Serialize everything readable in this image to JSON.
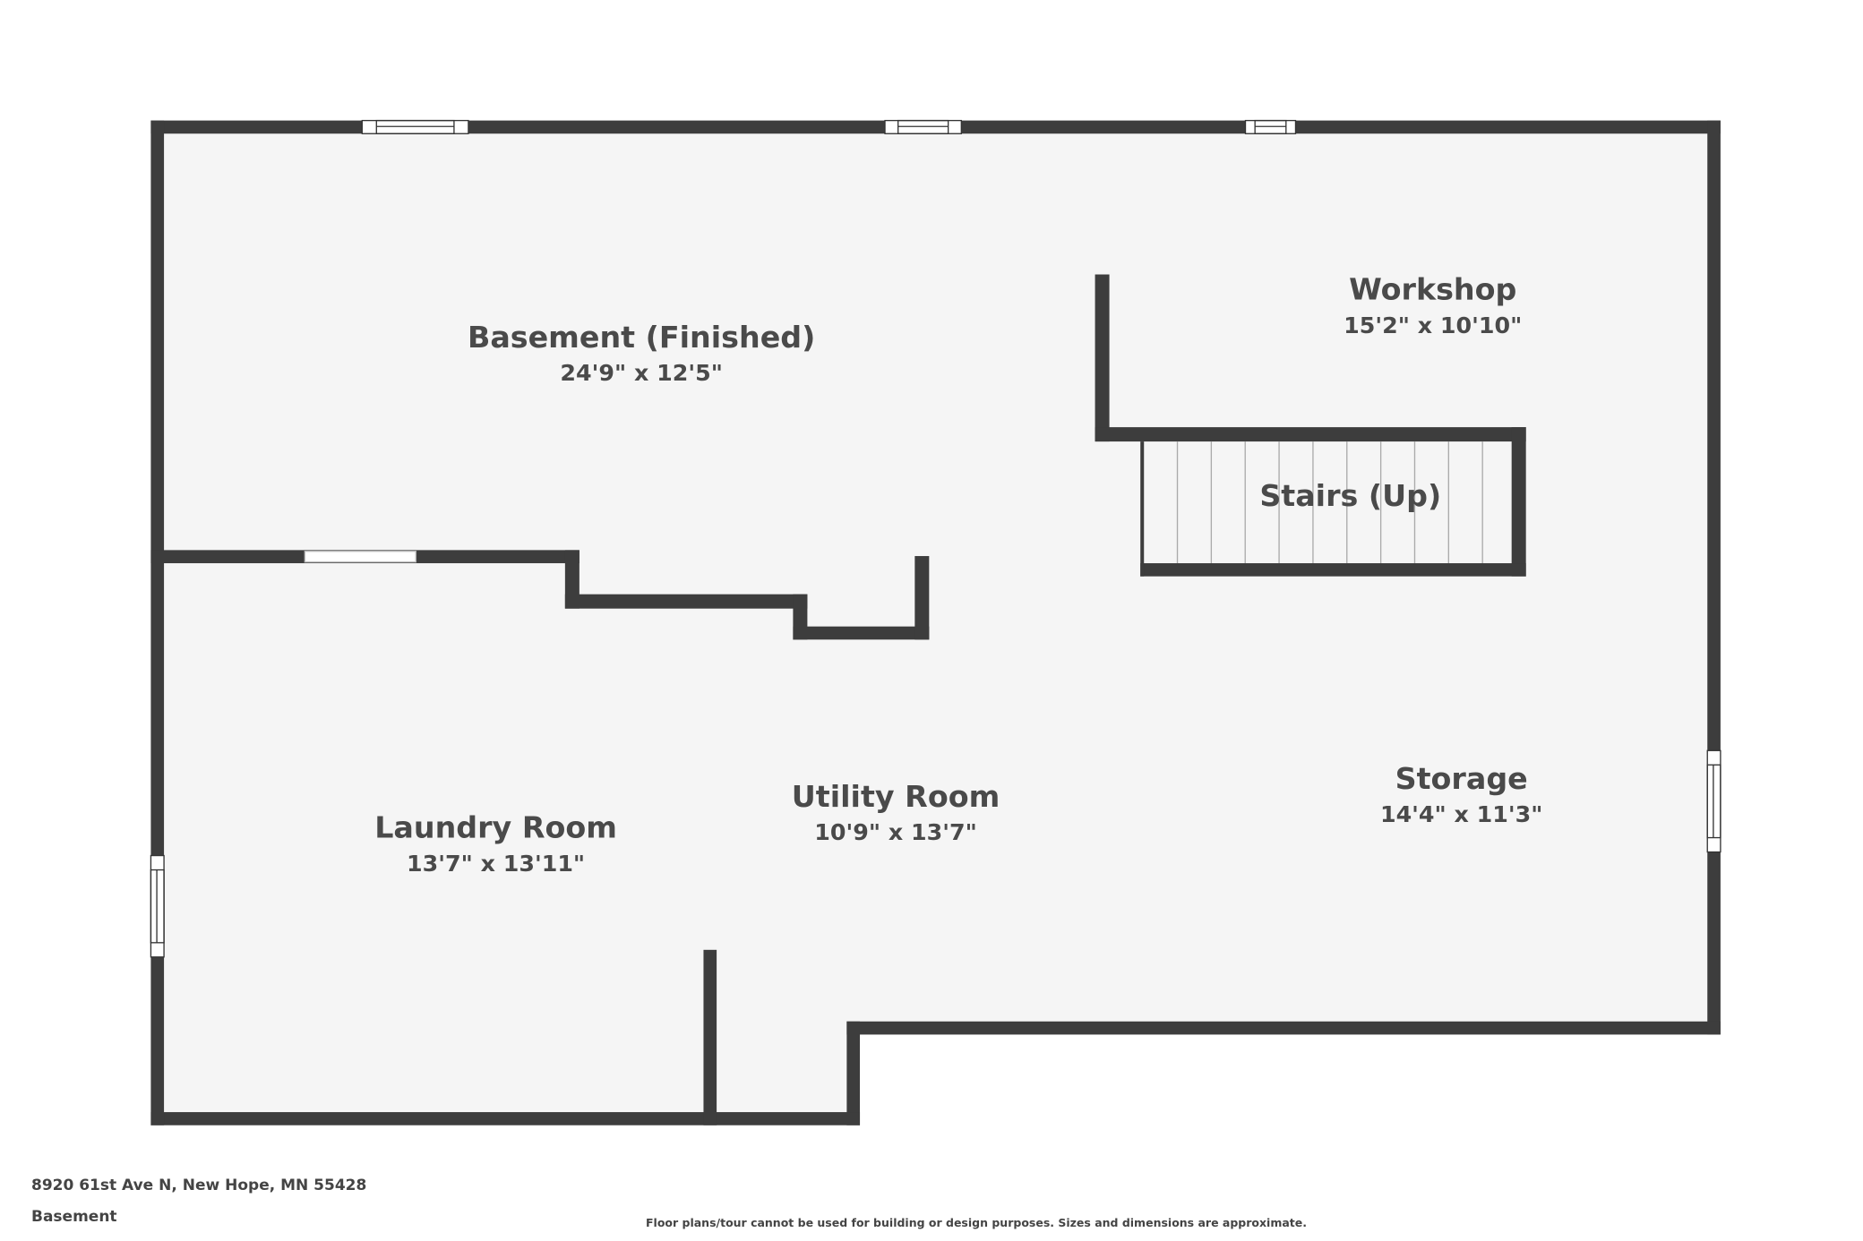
{
  "rooms": [
    {
      "name": "Basement (Finished)",
      "dims": "24'9\" x 12'5\""
    },
    {
      "name": "Workshop",
      "dims": "15'2\" x 10'10\""
    },
    {
      "name": "Stairs (Up)"
    },
    {
      "name": "Laundry Room",
      "dims": "13'7\" x 13'11\""
    },
    {
      "name": "Utility Room",
      "dims": "10'9\" x 13'7\""
    },
    {
      "name": "Storage",
      "dims": "14'4\" x 11'3\""
    }
  ],
  "footer": {
    "address": "8920 61st Ave N, New Hope, MN 55428",
    "floor": "Basement",
    "disclaimer": "Floor plans/tour cannot be used for building or design purposes. Sizes and dimensions are approximate."
  },
  "colors": {
    "wall": "#3d3d3d",
    "floor": "#f5f5f5"
  }
}
